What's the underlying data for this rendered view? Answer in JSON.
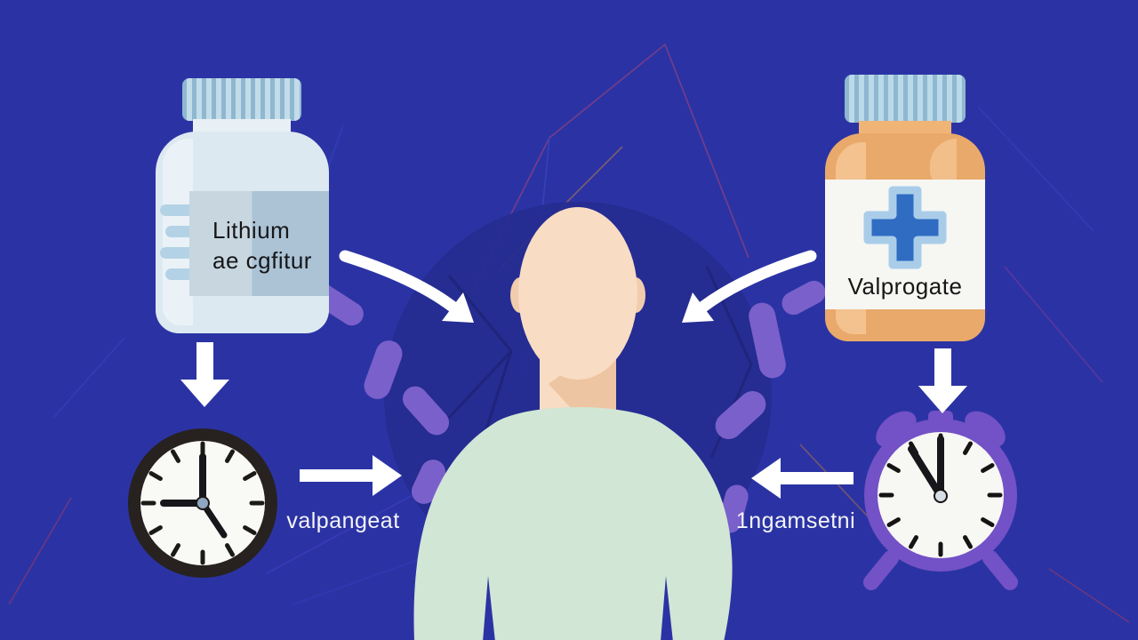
{
  "illustration": {
    "description": "medication interaction infographic",
    "background_color": "#2b33a4",
    "backdrop_circle_color": "#252b90",
    "neural_capsule_color": "#7a60ca",
    "arrow_color": "#ffffff"
  },
  "lithium_bottle": {
    "label_line1": "Lithium",
    "label_line2": "ae cgfitur",
    "cap_color": "#b9d7e8",
    "body_color": "#dce9f1",
    "label_bg_left": "#c7d6df",
    "label_bg_right": "#abc3d5"
  },
  "valproate_bottle": {
    "label": "Valprogate",
    "cap_color": "#badae9",
    "body_color": "#e9a96a",
    "label_bg": "#f6f6f3",
    "cross_color": "#2f6cc2",
    "cross_outline": "#a9cde9"
  },
  "captions": {
    "left": "valpangeat",
    "right": "1ngamsetni"
  },
  "wall_clock": {
    "time_shown": "9:00",
    "ring_color": "#27221f",
    "face_color": "#f9f9f6"
  },
  "alarm_clock": {
    "time_shown": "10:55",
    "body_color": "#7351c6",
    "face_color": "#f7f7f4"
  },
  "person": {
    "skin_color": "#f8dcc3",
    "skin_shadow": "#eec5a2",
    "shirt_color": "#d1e6d4"
  }
}
